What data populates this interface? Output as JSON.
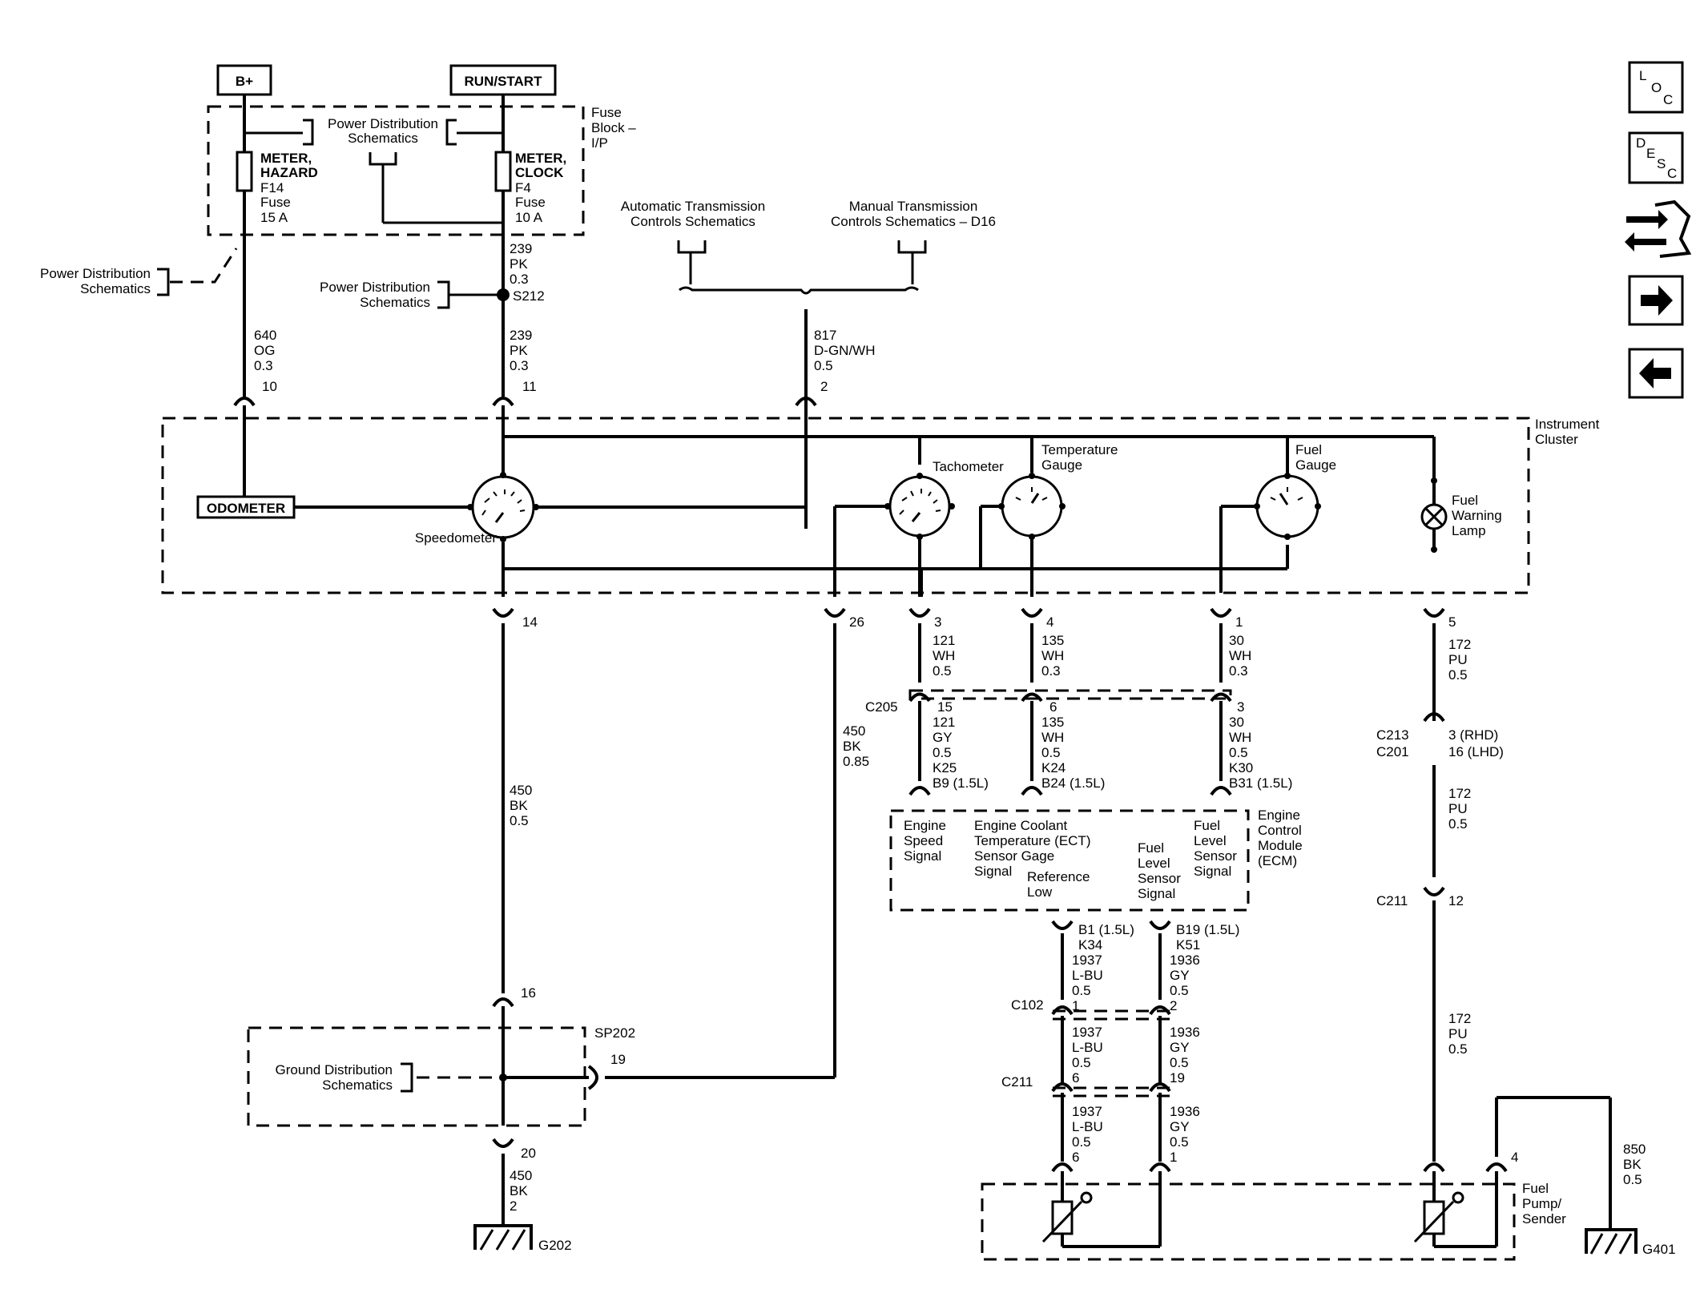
{
  "sources": {
    "bplus": "B+",
    "run_start": "RUN/START"
  },
  "fuse_block": {
    "label_lines": [
      "Fuse",
      "Block –",
      "I/P"
    ],
    "pds_top_lines": [
      "Power Distribution",
      "Schematics"
    ],
    "fuse_left_lines": [
      "METER,",
      "HAZARD",
      "F14",
      "Fuse",
      "15 A"
    ],
    "fuse_right_lines": [
      "METER,",
      "CLOCK",
      "F4",
      "Fuse",
      "10 A"
    ]
  },
  "refs": {
    "pds_left_lines": [
      "Power Distribution",
      "Schematics"
    ],
    "pds_mid_lines": [
      "Power Distribution",
      "Schematics"
    ],
    "auto_trans_lines": [
      "Automatic Transmission",
      "Controls Schematics"
    ],
    "manual_trans_lines": [
      "Manual Transmission",
      "Controls Schematics – D16"
    ],
    "ground_lines": [
      "Ground Distribution",
      "Schematics"
    ]
  },
  "splices": {
    "s212": "S212",
    "sp202": "SP202"
  },
  "wires": {
    "w640": [
      "640",
      "OG",
      "0.3"
    ],
    "w239a": [
      "239",
      "PK",
      "0.3"
    ],
    "w239b": [
      "239",
      "PK",
      "0.3"
    ],
    "w817": [
      "817",
      "D-GN/WH",
      "0.5"
    ],
    "w450a": [
      "450",
      "BK",
      "0.5"
    ],
    "w450b": [
      "450",
      "BK",
      "0.85"
    ],
    "w450c": [
      "450",
      "BK",
      "2"
    ],
    "w121a": [
      "121",
      "WH",
      "0.5"
    ],
    "w121b": [
      "121",
      "GY",
      "0.5"
    ],
    "w135a": [
      "135",
      "WH",
      "0.3"
    ],
    "w135b": [
      "135",
      "WH",
      "0.5"
    ],
    "w30a": [
      "30",
      "WH",
      "0.3"
    ],
    "w30b": [
      "30",
      "WH",
      "0.5"
    ],
    "w172a": [
      "172",
      "PU",
      "0.5"
    ],
    "w172b": [
      "172",
      "PU",
      "0.5"
    ],
    "w172c": [
      "172",
      "PU",
      "0.5"
    ],
    "w1937a": [
      "1937",
      "L-BU",
      "0.5"
    ],
    "w1937b": [
      "1937",
      "L-BU",
      "0.5"
    ],
    "w1937c": [
      "1937",
      "L-BU",
      "0.5"
    ],
    "w1936a": [
      "1936",
      "GY",
      "0.5"
    ],
    "w1936b": [
      "1936",
      "GY",
      "0.5"
    ],
    "w1936c": [
      "1936",
      "GY",
      "0.5"
    ],
    "w850": [
      "850",
      "BK",
      "0.5"
    ]
  },
  "pins": {
    "p10": "10",
    "p11": "11",
    "p2": "2",
    "p14": "14",
    "p26": "26",
    "p3": "3",
    "p4": "4",
    "p1": "1",
    "p5": "5",
    "c205_15": "15",
    "c205_6": "6",
    "c205_3": "3",
    "c213": "3 (RHD)",
    "c201": "16 (LHD)",
    "c211_12": "12",
    "ecm_k25": "K25",
    "ecm_b9": "B9 (1.5L)",
    "ecm_k24": "K24",
    "ecm_b24": "B24 (1.5L)",
    "ecm_k30": "K30",
    "ecm_b31": "B31 (1.5L)",
    "ecm_b1": "B1 (1.5L)",
    "ecm_k34": "K34",
    "ecm_b19": "B19 (1.5L)",
    "ecm_k51": "K51",
    "c102_1": "1",
    "c102_2": "2",
    "c211_6": "6",
    "c211_19": "19",
    "sender_6": "6",
    "sender_1": "1",
    "p16": "16",
    "p19": "19",
    "p20": "20",
    "p4b": "4"
  },
  "connectors": {
    "c205": "C205",
    "c213": "C213",
    "c201": "C201",
    "c211a": "C211",
    "c102": "C102",
    "c211b": "C211"
  },
  "cluster": {
    "label_lines": [
      "Instrument",
      "Cluster"
    ],
    "odometer": "ODOMETER",
    "speedometer": "Speedometer",
    "tachometer": "Tachometer",
    "temp_lines": [
      "Temperature",
      "Gauge"
    ],
    "fuel_lines": [
      "Fuel",
      "Gauge"
    ],
    "lamp_lines": [
      "Fuel",
      "Warning",
      "Lamp"
    ]
  },
  "ecm": {
    "label_lines": [
      "Engine",
      "Control",
      "Module",
      "(ECM)"
    ],
    "engine_speed_lines": [
      "Engine",
      "Speed",
      "Signal"
    ],
    "ect_lines": [
      "Engine Coolant",
      "Temperature (ECT)",
      "Sensor Gage",
      "Signal"
    ],
    "ref_low_lines": [
      "Reference",
      "Low"
    ],
    "fuel_sig1_lines": [
      "Fuel",
      "Level",
      "Sensor",
      "Signal"
    ],
    "fuel_sig2_lines": [
      "Fuel",
      "Level",
      "Sensor",
      "Signal"
    ]
  },
  "grounds": {
    "g202": "G202",
    "g401": "G401"
  },
  "fuel_pump": {
    "label_lines": [
      "Fuel",
      "Pump/",
      "Sender"
    ]
  },
  "nav": {
    "loc_letters": [
      "L",
      "O",
      "C"
    ],
    "desc_letters": [
      "D",
      "E",
      "S",
      "C"
    ],
    "icons": [
      "location-icon",
      "description-icon",
      "connector-icon",
      "arrow-right-icon",
      "arrow-left-icon"
    ]
  }
}
